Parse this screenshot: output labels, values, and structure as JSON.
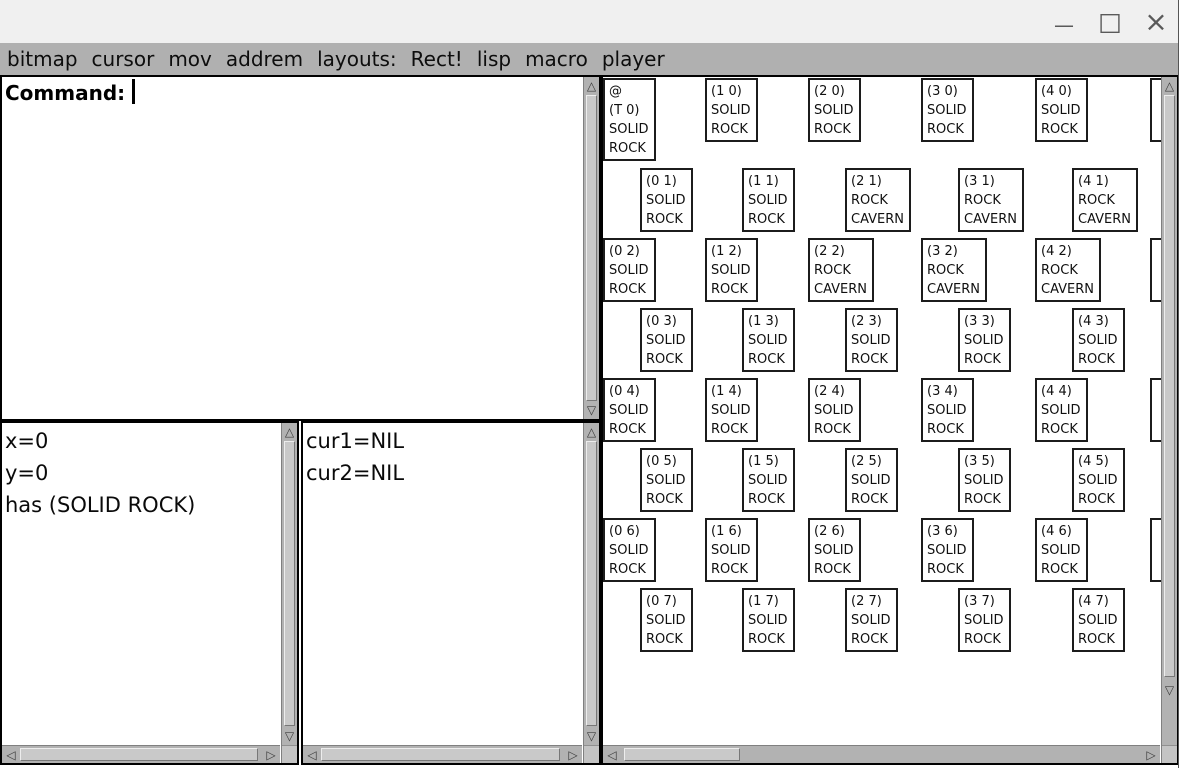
{
  "icons": {
    "minimize": "—",
    "maximize": "□",
    "close": "×",
    "scroll_up": "△",
    "scroll_down": "▽",
    "scroll_left": "◁",
    "scroll_right": "▷"
  },
  "menu": {
    "items": [
      "bitmap",
      "cursor",
      "mov",
      "addrem",
      "layouts:",
      "Rect!",
      "lisp",
      "macro",
      "player"
    ]
  },
  "command_panel": {
    "label": "Command:"
  },
  "info_panel": {
    "lines": [
      "x=0",
      "y=0",
      "has (SOLID ROCK)"
    ]
  },
  "cursor_panel": {
    "lines": [
      "cur1=NIL",
      "cur2=NIL"
    ]
  },
  "grid": {
    "cells": [
      {
        "row": 0,
        "col": 0,
        "lines": [
          "@",
          "(T 0)",
          "SOLID",
          "ROCK"
        ]
      },
      {
        "row": 0,
        "col": 1,
        "lines": [
          "(1 0)",
          "SOLID",
          "ROCK"
        ]
      },
      {
        "row": 0,
        "col": 2,
        "lines": [
          "(2 0)",
          "SOLID",
          "ROCK"
        ]
      },
      {
        "row": 0,
        "col": 3,
        "lines": [
          "(3 0)",
          "SOLID",
          "ROCK"
        ]
      },
      {
        "row": 0,
        "col": 4,
        "lines": [
          "(4 0)",
          "SOLID",
          "ROCK"
        ]
      },
      {
        "row": 1,
        "col": 0,
        "lines": [
          "(0 1)",
          "SOLID",
          "ROCK"
        ]
      },
      {
        "row": 1,
        "col": 1,
        "lines": [
          "(1 1)",
          "SOLID",
          "ROCK"
        ]
      },
      {
        "row": 1,
        "col": 2,
        "lines": [
          "(2 1)",
          "ROCK",
          "CAVERN"
        ]
      },
      {
        "row": 1,
        "col": 3,
        "lines": [
          "(3 1)",
          "ROCK",
          "CAVERN"
        ]
      },
      {
        "row": 1,
        "col": 4,
        "lines": [
          "(4 1)",
          "ROCK",
          "CAVERN"
        ]
      },
      {
        "row": 2,
        "col": 0,
        "lines": [
          "(0 2)",
          "SOLID",
          "ROCK"
        ]
      },
      {
        "row": 2,
        "col": 1,
        "lines": [
          "(1 2)",
          "SOLID",
          "ROCK"
        ]
      },
      {
        "row": 2,
        "col": 2,
        "lines": [
          "(2 2)",
          "ROCK",
          "CAVERN"
        ]
      },
      {
        "row": 2,
        "col": 3,
        "lines": [
          "(3 2)",
          "ROCK",
          "CAVERN"
        ]
      },
      {
        "row": 2,
        "col": 4,
        "lines": [
          "(4 2)",
          "ROCK",
          "CAVERN"
        ]
      },
      {
        "row": 3,
        "col": 0,
        "lines": [
          "(0 3)",
          "SOLID",
          "ROCK"
        ]
      },
      {
        "row": 3,
        "col": 1,
        "lines": [
          "(1 3)",
          "SOLID",
          "ROCK"
        ]
      },
      {
        "row": 3,
        "col": 2,
        "lines": [
          "(2 3)",
          "SOLID",
          "ROCK"
        ]
      },
      {
        "row": 3,
        "col": 3,
        "lines": [
          "(3 3)",
          "SOLID",
          "ROCK"
        ]
      },
      {
        "row": 3,
        "col": 4,
        "lines": [
          "(4 3)",
          "SOLID",
          "ROCK"
        ]
      },
      {
        "row": 4,
        "col": 0,
        "lines": [
          "(0 4)",
          "SOLID",
          "ROCK"
        ]
      },
      {
        "row": 4,
        "col": 1,
        "lines": [
          "(1 4)",
          "SOLID",
          "ROCK"
        ]
      },
      {
        "row": 4,
        "col": 2,
        "lines": [
          "(2 4)",
          "SOLID",
          "ROCK"
        ]
      },
      {
        "row": 4,
        "col": 3,
        "lines": [
          "(3 4)",
          "SOLID",
          "ROCK"
        ]
      },
      {
        "row": 4,
        "col": 4,
        "lines": [
          "(4 4)",
          "SOLID",
          "ROCK"
        ]
      },
      {
        "row": 5,
        "col": 0,
        "lines": [
          "(0 5)",
          "SOLID",
          "ROCK"
        ]
      },
      {
        "row": 5,
        "col": 1,
        "lines": [
          "(1 5)",
          "SOLID",
          "ROCK"
        ]
      },
      {
        "row": 5,
        "col": 2,
        "lines": [
          "(2 5)",
          "SOLID",
          "ROCK"
        ]
      },
      {
        "row": 5,
        "col": 3,
        "lines": [
          "(3 5)",
          "SOLID",
          "ROCK"
        ]
      },
      {
        "row": 5,
        "col": 4,
        "lines": [
          "(4 5)",
          "SOLID",
          "ROCK"
        ]
      },
      {
        "row": 6,
        "col": 0,
        "lines": [
          "(0 6)",
          "SOLID",
          "ROCK"
        ]
      },
      {
        "row": 6,
        "col": 1,
        "lines": [
          "(1 6)",
          "SOLID",
          "ROCK"
        ]
      },
      {
        "row": 6,
        "col": 2,
        "lines": [
          "(2 6)",
          "SOLID",
          "ROCK"
        ]
      },
      {
        "row": 6,
        "col": 3,
        "lines": [
          "(3 6)",
          "SOLID",
          "ROCK"
        ]
      },
      {
        "row": 6,
        "col": 4,
        "lines": [
          "(4 6)",
          "SOLID",
          "ROCK"
        ]
      },
      {
        "row": 7,
        "col": 0,
        "lines": [
          "(0 7)",
          "SOLID",
          "ROCK"
        ]
      },
      {
        "row": 7,
        "col": 1,
        "lines": [
          "(1 7)",
          "SOLID",
          "ROCK"
        ]
      },
      {
        "row": 7,
        "col": 2,
        "lines": [
          "(2 7)",
          "SOLID",
          "ROCK"
        ]
      },
      {
        "row": 7,
        "col": 3,
        "lines": [
          "(3 7)",
          "SOLID",
          "ROCK"
        ]
      },
      {
        "row": 7,
        "col": 4,
        "lines": [
          "(4 7)",
          "SOLID",
          "ROCK"
        ]
      }
    ],
    "partial_rows": [
      0,
      2,
      4,
      6
    ]
  },
  "colors": {
    "titlebar_bg": "#f0f0f0",
    "menubar_bg": "#b0b0b0",
    "panel_border": "#000000",
    "cell_border": "#1c1c1c",
    "scroll_track": "#b2b2b2",
    "scroll_thumb": "#c9c9c9",
    "window_control": "#5a5a5a"
  }
}
